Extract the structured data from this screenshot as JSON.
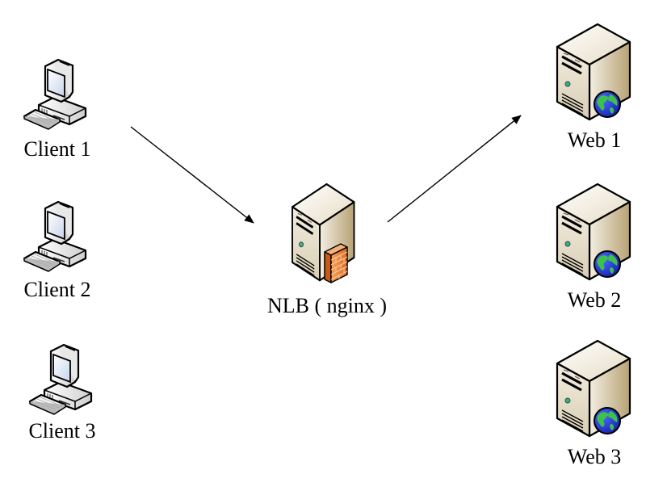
{
  "diagram": {
    "nodes": [
      {
        "id": "client1",
        "label": "Client 1",
        "type": "workstation"
      },
      {
        "id": "client2",
        "label": "Client 2",
        "type": "workstation"
      },
      {
        "id": "client3",
        "label": "Client 3",
        "type": "workstation"
      },
      {
        "id": "nlb",
        "label": "NLB ( nginx )",
        "type": "server-firewall"
      },
      {
        "id": "web1",
        "label": "Web 1",
        "type": "web-server"
      },
      {
        "id": "web2",
        "label": "Web 2",
        "type": "web-server"
      },
      {
        "id": "web3",
        "label": "Web 3",
        "type": "web-server"
      }
    ],
    "edges": [
      {
        "from": "client1",
        "to": "nlb",
        "arrow": "end"
      },
      {
        "from": "nlb",
        "to": "web1",
        "arrow": "end"
      }
    ],
    "colors": {
      "server_front": "#e9e1cc",
      "server_side": "#c9b793",
      "globe_ocean": "#2438d8",
      "globe_land": "#3cc24a",
      "firewall": "#f08a3c"
    }
  }
}
